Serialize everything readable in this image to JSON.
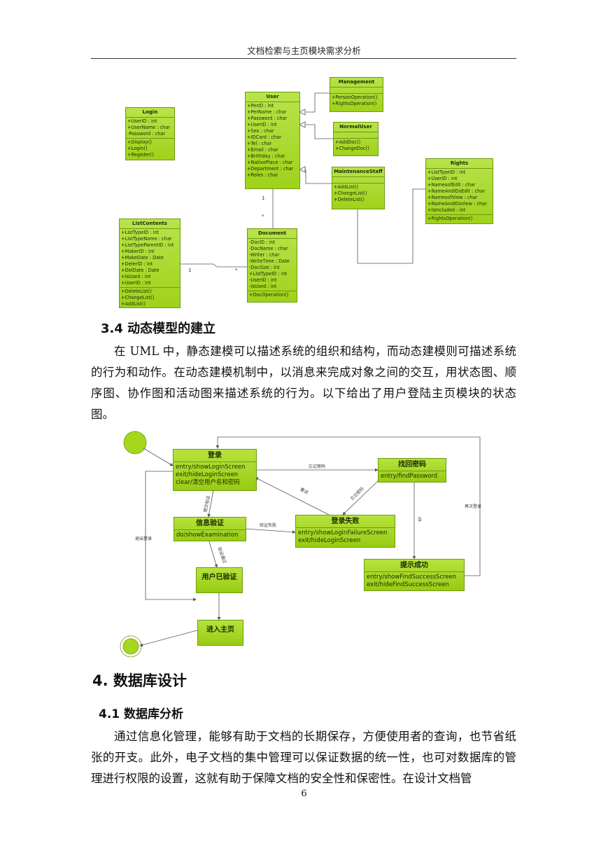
{
  "header": {
    "title": "文档检索与主页模块需求分析"
  },
  "class_diagram": {
    "classes": [
      {
        "name": "Login",
        "attrs": [
          "+UserID : int",
          "+UserName : char",
          "-Password : char"
        ],
        "ops": [
          "+Display()",
          "+Login()",
          "+Register()"
        ]
      },
      {
        "name": "User",
        "attrs": [
          "+PerID : int",
          "+PerName : char",
          "+Password : char",
          "+UserID : int",
          "+Sex : char",
          "+IDCard : char",
          "+Tel : char",
          "+Email : char",
          "+Brithday : char",
          "+NativePlace : char",
          "+Department : char",
          "+Roles : char"
        ],
        "ops": []
      },
      {
        "name": "Management",
        "attrs": [],
        "ops": [
          "+PersonOperation()",
          "+RightsOperation()"
        ]
      },
      {
        "name": "NormalUser",
        "attrs": [],
        "ops": [
          "+AddDoc()",
          "+ChangeDoc()"
        ]
      },
      {
        "name": "MaintenanceStaff",
        "attrs": [],
        "ops": [
          "+AddList()",
          "+ChangeList()",
          "+DeleteList()"
        ]
      },
      {
        "name": "Rights",
        "attrs": [
          "+ListTypeID : int",
          "+UserID : int",
          "+NamesofEdit : char",
          "+NameAndIDsEdit : char",
          "+NamesofView : char",
          "+NameAndIDsView : char",
          "+IsIncluded : int"
        ],
        "ops": [
          "+RightsOperation()"
        ]
      },
      {
        "name": "ListContents",
        "attrs": [
          "+ListTypeID : int",
          "+ListTypeName : char",
          "+ListTypeParentID : int",
          "+MakerID : int",
          "+MakeDate : Date",
          "+DeleriD : int",
          "+DelDate : Date",
          "+IsUsed : int",
          "+UserID : int"
        ],
        "ops": [
          "+DeleteList()",
          "+ChangeList()",
          "+AddList()"
        ]
      },
      {
        "name": "Document",
        "attrs": [
          "-DocID : int",
          "-DocName : char",
          "-Writer : char",
          "-WriteTime : Date",
          "-DocSize : int",
          "+ListTypeID : int",
          "-UserID : int",
          "-IsUsed : int"
        ],
        "ops": [
          "+DocOperation()"
        ]
      }
    ],
    "multiplicities": {
      "user_doc_top": "1",
      "user_doc_bottom": "*",
      "list_doc_left": "1",
      "list_doc_right": "*"
    }
  },
  "section_3_4": {
    "heading": "3.4 动态模型的建立",
    "paragraph": "在 UML 中，静态建模可以描述系统的组织和结构，而动态建模则可描述系统的行为和动作。在动态建模机制中，以消息来完成对象之间的交互，用状态图、顺序图、协作图和活动图来描述系统的行为。以下给出了用户登陆主页模块的状态图。"
  },
  "state_diagram": {
    "states": {
      "login": {
        "title": "登录",
        "lines": [
          "entry/showLoginScreen",
          "exit/hideLoginScreen",
          "clear/清空用户名和密码"
        ]
      },
      "verify": {
        "title": "信息验证",
        "lines": [
          "do/showExamination"
        ]
      },
      "fail": {
        "title": "登录失败",
        "lines": [
          "entry/showLoginFailureScreen",
          "exit/hideLoginScreen"
        ]
      },
      "find": {
        "title": "找回密码",
        "lines": [
          "entry/findPassword"
        ]
      },
      "found": {
        "title": "提示成功",
        "lines": [
          "entry/showFindSuccessScreen",
          "exit/hideFindSuccessScreen"
        ]
      },
      "verified": {
        "title": "用户已验证",
        "lines": []
      },
      "home": {
        "title": "进入主页",
        "lines": []
      }
    },
    "labels": {
      "forgot": "忘记密码",
      "submit": "提交验证",
      "retry": "重试",
      "forgot2": "忘记密码",
      "verify_fail": "验证失败",
      "verify_pass": "验证通过",
      "ok": "ok",
      "relogin": "再次登录",
      "logout": "退出登录"
    }
  },
  "section_4": {
    "heading": "4. 数据库设计"
  },
  "section_4_1": {
    "heading": "4.1 数据库分析",
    "paragraph": "通过信息化管理，能够有助于文档的长期保存，方便使用者的查询，也节省纸张的开支。此外，电子文档的集中管理可以保证数据的统一性，也可对数据库的管理进行权限的设置，这就有助于保障文档的安全性和保密性。在设计文档管"
  },
  "footer": {
    "page_number": "6"
  }
}
